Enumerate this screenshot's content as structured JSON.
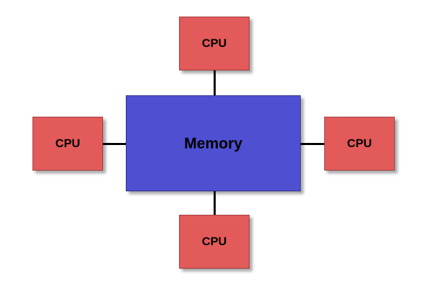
{
  "diagram": {
    "memory": {
      "label": "Memory",
      "color": "#4f4fd2"
    },
    "cpus": [
      {
        "label": "CPU"
      },
      {
        "label": "CPU"
      },
      {
        "label": "CPU"
      },
      {
        "label": "CPU"
      }
    ],
    "cpu_color": "#e25a5a",
    "connector_color": "#000000"
  }
}
